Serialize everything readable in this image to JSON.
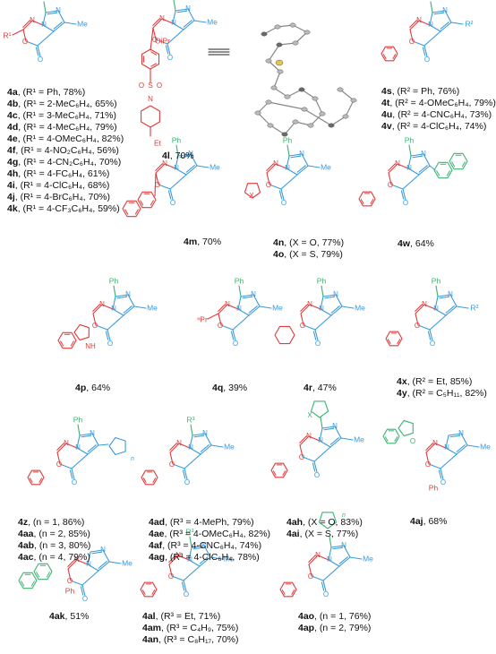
{
  "colors": {
    "imidazole": "#3a9ad9",
    "oxadiazinone": "#e03a3a",
    "aryl": "#3cb371",
    "bond": "#222222",
    "xray": "#888888"
  },
  "atoms": {
    "Ph": "Ph",
    "Me": "Me",
    "N": "N",
    "O": "O",
    "R1": "R¹",
    "R2": "R²",
    "R3": "R³",
    "X": "X",
    "NH": "NH",
    "OiPr": "OiPr",
    "Et": "Et",
    "nPr": "ⁿPr",
    "S": "S",
    "n": "n"
  },
  "compounds": [
    {
      "id": "4a-list",
      "lines": [
        {
          "code": "4a",
          "text": ", (R¹ = Ph, 78%)"
        },
        {
          "code": "4b",
          "text": ", (R¹ = 2-MeC₆H₄, 65%)"
        },
        {
          "code": "4c",
          "text": ", (R¹ = 3-MeC₆H₄, 71%)"
        },
        {
          "code": "4d",
          "text": ", (R¹ = 4-MeC₆H₄, 79%)"
        },
        {
          "code": "4e",
          "text": ", (R¹ = 4-OMeC₆H₄, 82%)"
        },
        {
          "code": "4f",
          "text": ", (R¹ = 4-NO₂C₆H₄, 56%)"
        },
        {
          "code": "4g",
          "text": ", (R¹ = 4-CN₂C₆H₄, 70%)"
        },
        {
          "code": "4h",
          "text": ", (R¹ = 4-FC₆H₄, 61%)"
        },
        {
          "code": "4i",
          "text": ", (R¹ = 4-ClC₆H₄, 68%)"
        },
        {
          "code": "4j",
          "text": ", (R¹ = 4-BrC₆H₄, 70%)"
        },
        {
          "code": "4k",
          "text": ", (R¹ = 4-CF₃C₆H₄, 59%)"
        }
      ]
    },
    {
      "id": "4l",
      "lines": [
        {
          "code": "4l",
          "text": ", 70%"
        }
      ]
    },
    {
      "id": "4s-list",
      "lines": [
        {
          "code": "4s",
          "text": ", (R² = Ph, 76%)"
        },
        {
          "code": "4t",
          "text": ", (R² = 4-OMeC₆H₄, 79%)"
        },
        {
          "code": "4u",
          "text": ", (R² = 4-CNC₆H₄, 73%)"
        },
        {
          "code": "4v",
          "text": ", (R² = 4-ClC₆H₄, 74%)"
        }
      ]
    },
    {
      "id": "4m",
      "lines": [
        {
          "code": "4m",
          "text": ", 70%"
        }
      ]
    },
    {
      "id": "4n-list",
      "lines": [
        {
          "code": "4n",
          "text": ", (X = O, 77%)"
        },
        {
          "code": "4o",
          "text": ", (X = S, 79%)"
        }
      ]
    },
    {
      "id": "4w",
      "lines": [
        {
          "code": "4w",
          "text": ", 64%"
        }
      ]
    },
    {
      "id": "4p",
      "lines": [
        {
          "code": "4p",
          "text": ", 64%"
        }
      ]
    },
    {
      "id": "4q",
      "lines": [
        {
          "code": "4q",
          "text": ", 39%"
        }
      ]
    },
    {
      "id": "4r",
      "lines": [
        {
          "code": "4r",
          "text": ", 47%"
        }
      ]
    },
    {
      "id": "4x-list",
      "lines": [
        {
          "code": "4x",
          "text": ", (R² = Et, 85%)"
        },
        {
          "code": "4y",
          "text": ", (R² = C₅H₁₁, 82%)"
        }
      ]
    },
    {
      "id": "4z-list",
      "lines": [
        {
          "code": "4z",
          "text": ", (n = 1, 86%)"
        },
        {
          "code": "4aa",
          "text": ", (n = 2, 85%)"
        },
        {
          "code": "4ab",
          "text": ", (n = 3, 80%)"
        },
        {
          "code": "4ac",
          "text": ", (n = 4, 79%)"
        }
      ]
    },
    {
      "id": "4ad-list",
      "lines": [
        {
          "code": "4ad",
          "text": ", (R³ = 4-MePh, 79%)"
        },
        {
          "code": "4ae",
          "text": ", (R³ = 4-OMeC₆H₄, 82%)"
        },
        {
          "code": "4af",
          "text": ", (R³ = 4-CNC₆H₄, 74%)"
        },
        {
          "code": "4ag",
          "text": ", (R³ = 4-ClC₆H₄, 78%)"
        }
      ]
    },
    {
      "id": "4ah-list",
      "lines": [
        {
          "code": "4ah",
          "text": ", (X = O, 83%)"
        },
        {
          "code": "4ai",
          "text": ", (X = S, 77%)"
        }
      ]
    },
    {
      "id": "4aj",
      "lines": [
        {
          "code": "4aj",
          "text": ", 68%"
        }
      ]
    },
    {
      "id": "4ak",
      "lines": [
        {
          "code": "4ak",
          "text": ", 51%"
        }
      ]
    },
    {
      "id": "4al-list",
      "lines": [
        {
          "code": "4al",
          "text": ", (R³ = Et, 71%)"
        },
        {
          "code": "4am",
          "text": ", (R³ = C₄H₉, 75%)"
        },
        {
          "code": "4an",
          "text": ", (R³ = C₈H₁₇, 70%)"
        }
      ]
    },
    {
      "id": "4ao-list",
      "lines": [
        {
          "code": "4ao",
          "text": ", (n = 1, 76%)"
        },
        {
          "code": "4ap",
          "text": ", (n = 2, 79%)"
        }
      ]
    }
  ]
}
